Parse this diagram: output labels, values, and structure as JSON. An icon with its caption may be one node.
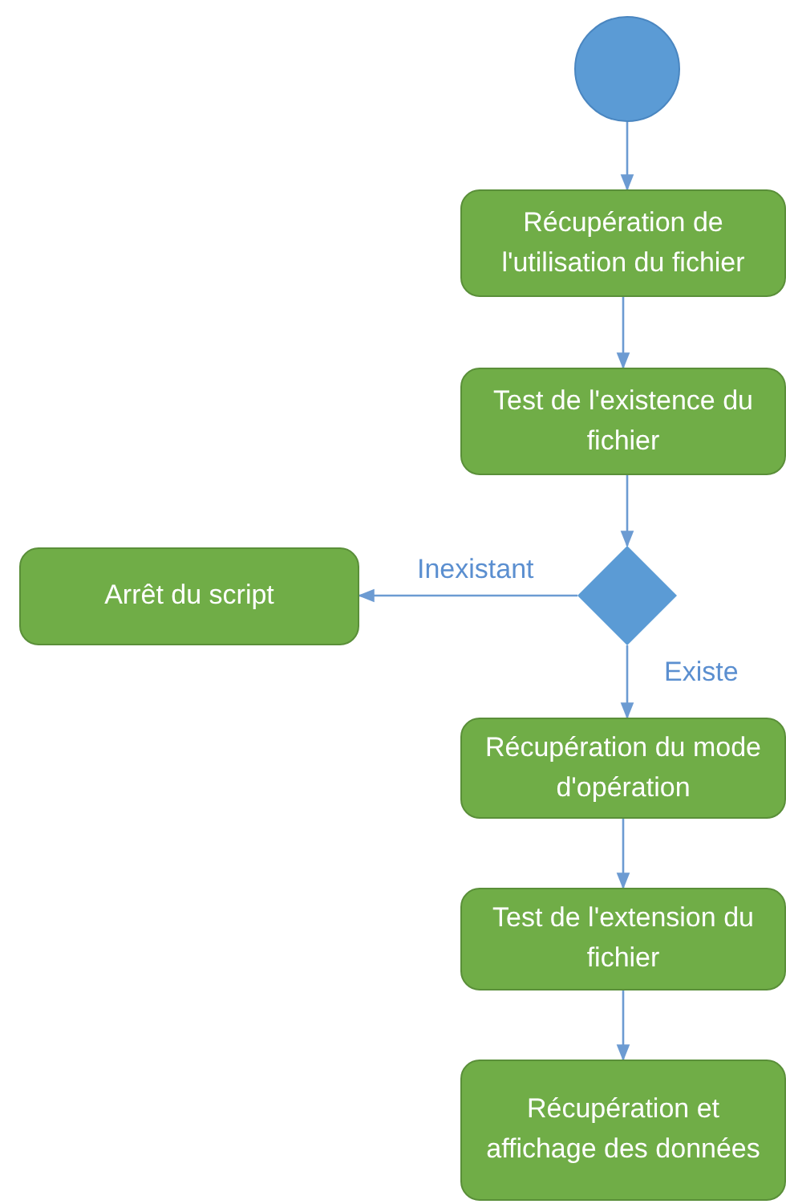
{
  "diagram": {
    "nodes": [
      {
        "text": [],
        "shape": "circle"
      },
      {
        "text": [
          "Récupération de l'utilisation du fichier"
        ]
      },
      {
        "text": [
          "Test de l'existence du fichier"
        ]
      },
      {
        "text": [],
        "shape": "diamond"
      },
      {
        "text": [
          "Arrêt du script"
        ]
      },
      {
        "text": [
          "Récupération du mode d'opération"
        ]
      },
      {
        "text": [
          "Test de l'extension du fichier"
        ]
      },
      {
        "text": [
          "Récupération et affichage des données"
        ]
      }
    ],
    "edges": [
      {
        "from": 0,
        "to": 1,
        "arrow": "to"
      },
      {
        "from": 1,
        "to": 2,
        "arrow": "to"
      },
      {
        "from": 2,
        "to": 3,
        "arrow": "to"
      },
      {
        "from": 3,
        "to": 4,
        "arrow": "to",
        "label": "Inexistant"
      },
      {
        "from": 3,
        "to": 5,
        "arrow": "to",
        "label": "Existe"
      },
      {
        "from": 5,
        "to": 6,
        "arrow": "to"
      },
      {
        "from": 6,
        "to": 7,
        "arrow": "to"
      }
    ]
  }
}
